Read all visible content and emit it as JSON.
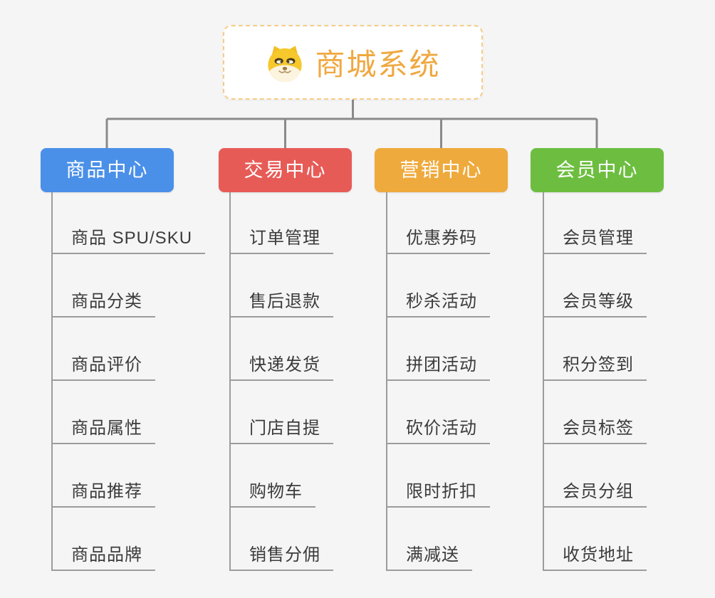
{
  "root": {
    "title": "商城系统",
    "icon": "shiba-dog-icon",
    "title_color": "#F0A840",
    "border_color": "#F5CC8A"
  },
  "connector_color": "#8a8a8a",
  "branches": [
    {
      "label": "商品中心",
      "color": "#4A90E8",
      "children": [
        "商品 SPU/SKU",
        "商品分类",
        "商品评价",
        "商品属性",
        "商品推荐",
        "商品品牌"
      ]
    },
    {
      "label": "交易中心",
      "color": "#E75B57",
      "children": [
        "订单管理",
        "售后退款",
        "快递发货",
        "门店自提",
        "购物车",
        "销售分佣"
      ]
    },
    {
      "label": "营销中心",
      "color": "#EFAA3D",
      "children": [
        "优惠券码",
        "秒杀活动",
        "拼团活动",
        "砍价活动",
        "限时折扣",
        "满减送"
      ]
    },
    {
      "label": "会员中心",
      "color": "#6DBE40",
      "children": [
        "会员管理",
        "会员等级",
        "积分签到",
        "会员标签",
        "会员分组",
        "收货地址"
      ]
    }
  ]
}
